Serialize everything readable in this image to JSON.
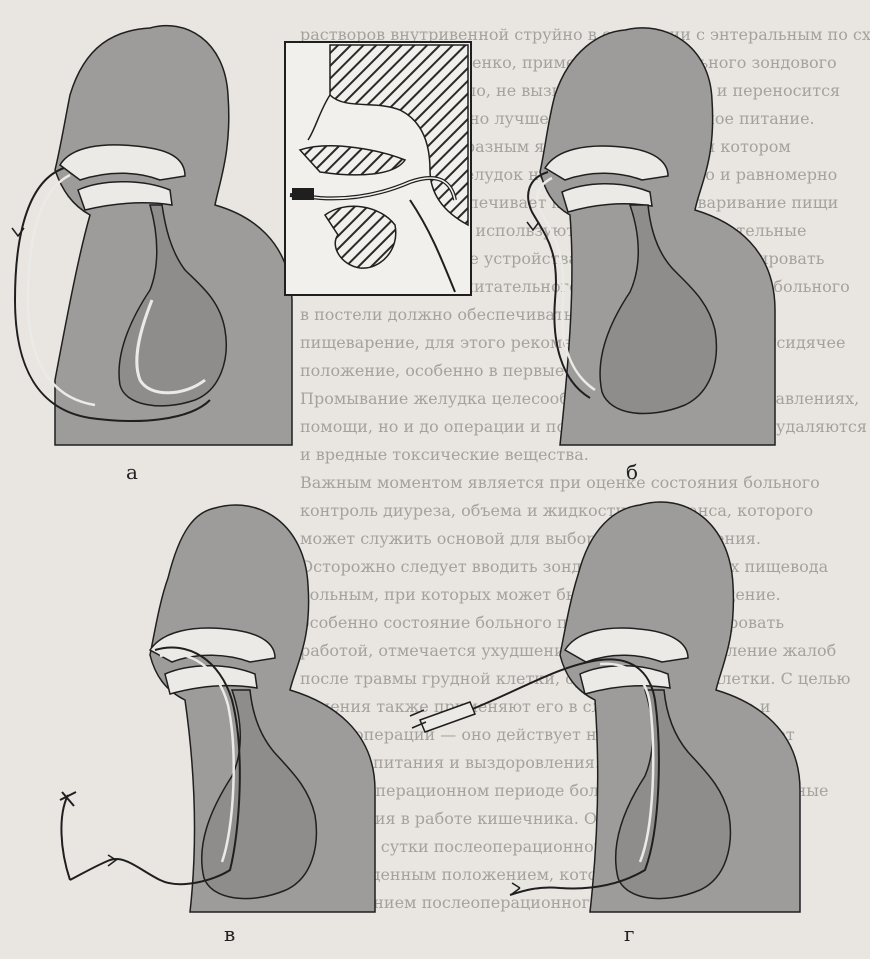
{
  "panels": [
    {
      "id": "a",
      "label": "а"
    },
    {
      "id": "b",
      "label": "б"
    },
    {
      "id": "v",
      "label": "в"
    },
    {
      "id": "g",
      "label": "г"
    }
  ],
  "colors": {
    "background": "#e9e6e2",
    "body_fill": "#9e9c9a",
    "tissue_fill": "#eceae6",
    "organ_fill": "#8f8d8b",
    "outline": "#1f1f1f",
    "inset_hatch": "#2a2a2a",
    "background_text": "#6e6a66"
  },
  "background_text_lines": [
    "растворов внутривенной струйно в сочетании с энтеральным по схеме",
    "данных С. Е. Гавриленко, применение энтерального зондового",
    "питания, как правило, не вызывает осложнений и переносится",
    "при этом значительно лучше, чем парентеральное питание.",
    "Наиболее целесообразным является способ, при котором",
    "смесь подается в желудок непрерывно капельно и равномерно",
    "поступает, что обеспечивает нормальное переваривание пищи",
    "тела. Для этой цели используют специальные питательные",
    "смеси и дозирующие устройства, позволяющие регулировать",
    "скорость введения питательного раствора. Положение больного",
    "в постели должно обеспечивать наиболее правильное",
    "пищеварение, для этого рекомендуется придавать полусидячее",
    "положение, особенно в первые минуты.",
    "Промывание желудка целесообразно не только при отравлениях,",
    "помощи, но и до операции и после операции. При этом удаляются",
    "и вредные токсические вещества.",
    "Важным моментом является при оценке состояния больного",
    "контроль диуреза, объема и жидкостного баланса, которого",
    "может служить основой для выбора тактики лечения.",
    "Осторожно следует вводить зонд при заболеваниях пищевода",
    "больным, при которых может быть опасно его введение.",
    "особенно состояние больного позволяет контролировать",
    "работой, отмечается ухудшение состояния и появление жалоб",
    "после травмы грудной клетки, органов грудной клетки. С целью",
    "лечения также применяют его в случаях перитонита и",
    "после операций — оно действует на организм и улучшает",
    "условия питания и выздоровления.",
    "В послеоперационном периоде больные имеют определенные",
    "нарушения в работе кишечника. Обычно это нарушение",
    "в первые сутки послеоперационного периода и связано",
    "с вынужденным положением, которое является основным",
    "осложнением послеоперационного периода."
  ]
}
